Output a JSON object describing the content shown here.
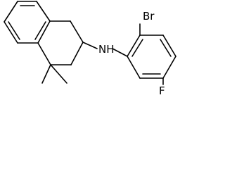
{
  "atoms": {
    "nh_label": "NH",
    "br_label": "Br",
    "f_label": "F"
  }
}
